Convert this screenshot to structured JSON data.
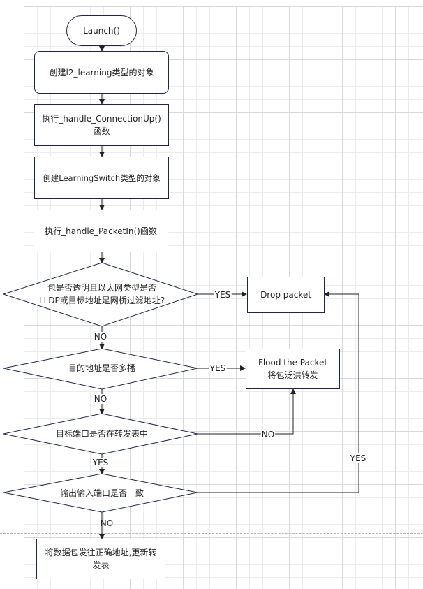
{
  "diagram": {
    "type": "flowchart",
    "colors": {
      "node_border": "#1f2546",
      "edge": "#222222",
      "text": "#222222",
      "grid_major": "#d9d9d9",
      "grid_minor": "#ececec",
      "divider": "#b5b5b5"
    },
    "nodes": {
      "start": {
        "shape": "terminator",
        "text": "Launch()"
      },
      "create_l2": {
        "shape": "process",
        "text": "创建l2_learning类型的对象"
      },
      "conn_up": {
        "shape": "process",
        "text": "执行_handle_ConnectionUp()函数"
      },
      "create_ls": {
        "shape": "process",
        "text": "创建LearningSwitch类型的对象"
      },
      "packet_in": {
        "shape": "process",
        "text": "执行_handle_PacketIn()函数"
      },
      "check_lldp": {
        "shape": "decision",
        "text": "包是否透明且以太网类型是否LLDP或目标地址是网桥过滤地址?"
      },
      "check_multicast": {
        "shape": "decision",
        "text": "目的地址是否多播"
      },
      "check_port": {
        "shape": "decision",
        "text": "目标端口是否在转发表中"
      },
      "check_same_port": {
        "shape": "decision",
        "text": "输出输入端口是否一致"
      },
      "drop": {
        "shape": "process",
        "text": "Drop packet"
      },
      "flood": {
        "shape": "process",
        "text": "Flood the Packet\n将包泛洪转发",
        "line1": "Flood the Packet",
        "line2": "将包泛洪转发"
      },
      "forward": {
        "shape": "process",
        "text": "将数据包发往正确地址,更新转发表"
      }
    },
    "edges": [
      {
        "from": "start",
        "to": "create_l2",
        "label": ""
      },
      {
        "from": "create_l2",
        "to": "conn_up",
        "label": ""
      },
      {
        "from": "conn_up",
        "to": "create_ls",
        "label": ""
      },
      {
        "from": "create_ls",
        "to": "packet_in",
        "label": ""
      },
      {
        "from": "packet_in",
        "to": "check_lldp",
        "label": ""
      },
      {
        "from": "check_lldp",
        "to": "drop",
        "label": "YES"
      },
      {
        "from": "check_lldp",
        "to": "check_multicast",
        "label": "NO"
      },
      {
        "from": "check_multicast",
        "to": "flood",
        "label": "YES"
      },
      {
        "from": "check_multicast",
        "to": "check_port",
        "label": "NO"
      },
      {
        "from": "check_port",
        "to": "flood",
        "label": "NO"
      },
      {
        "from": "check_port",
        "to": "check_same_port",
        "label": "YES"
      },
      {
        "from": "check_same_port",
        "to": "drop",
        "label": "YES"
      },
      {
        "from": "check_same_port",
        "to": "forward",
        "label": "NO"
      }
    ]
  }
}
